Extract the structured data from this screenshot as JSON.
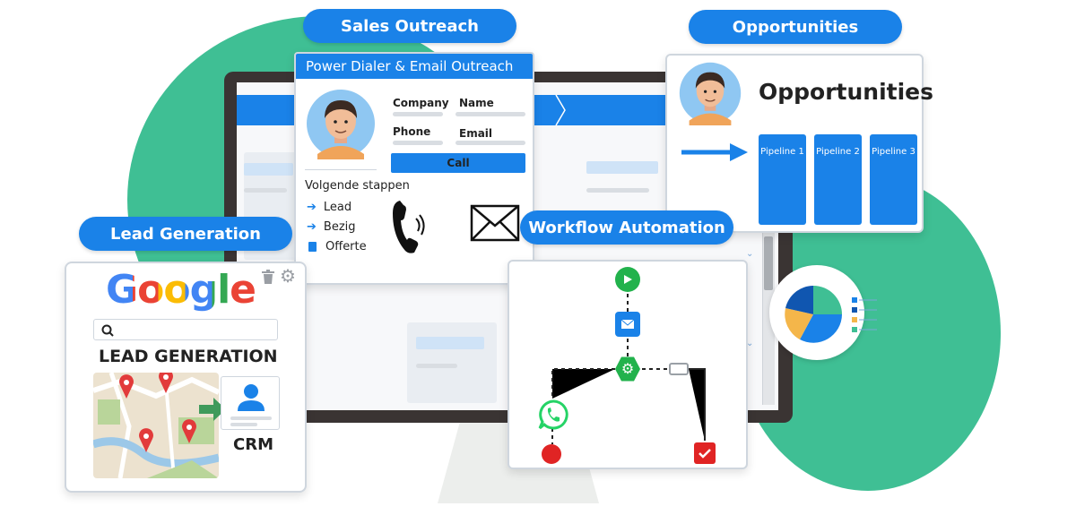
{
  "colors": {
    "blue": "#1a82e8",
    "green": "#3fbf94",
    "dark_frame": "#3a3433",
    "pin_red": "#e23b3b",
    "arrow_green": "#3f9a5b"
  },
  "badges": {
    "sales": "Sales Outreach",
    "opportunities": "Opportunities",
    "lead_generation": "Lead Generation",
    "workflow": "Workflow Automation"
  },
  "dialer": {
    "title": "Power Dialer & Email Outreach",
    "fields": {
      "company": "Company",
      "name": "Name",
      "phone": "Phone",
      "email": "Email"
    },
    "call_button": "Call",
    "next_steps_title": "Volgende stappen",
    "steps": [
      "Lead",
      "Bezig",
      "Offerte"
    ],
    "icons": [
      "phone-icon",
      "envelope-icon"
    ]
  },
  "opportunities": {
    "title": "Opportunities",
    "pipelines": [
      "Pipeline 1",
      "Pipeline 2",
      "Pipeline 3"
    ]
  },
  "leadgen": {
    "logo": "Google",
    "heading": "LEAD GENERATION",
    "crm_label": "CRM",
    "icons": [
      "trash-icon",
      "gear-icon",
      "search-icon",
      "map-pin-icon",
      "user-icon"
    ]
  },
  "workflow": {
    "icons": [
      "play-icon",
      "email-icon",
      "gear-icon",
      "whatsapp-icon",
      "stop-icon",
      "check-icon"
    ]
  }
}
